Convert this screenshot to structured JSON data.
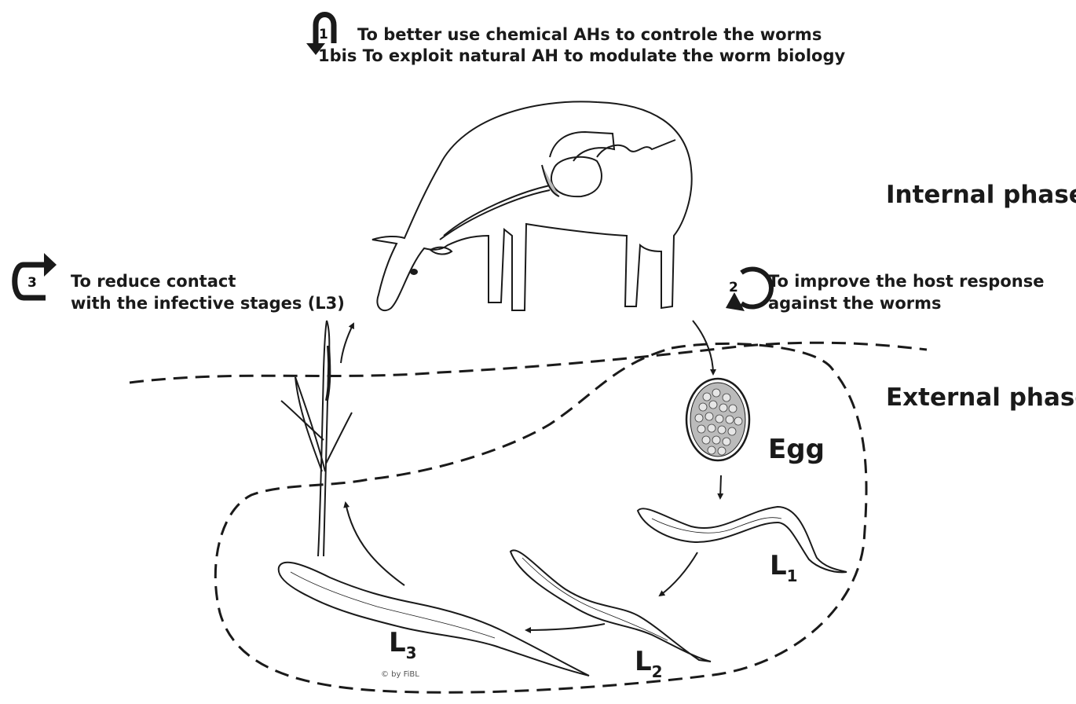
{
  "strategies": {
    "s1": {
      "number": "1",
      "line1": "To better use chemical AHs to controle the worms",
      "line2": "1bis To exploit natural AH to modulate the worm biology"
    },
    "s2": {
      "number": "2",
      "line1": "To improve the host response",
      "line2": "against the worms"
    },
    "s3": {
      "number": "3",
      "line1": "To reduce contact",
      "line2": "with the infective stages (L3)"
    }
  },
  "phases": {
    "internal": "Internal phase",
    "external": "External phase"
  },
  "stages": {
    "egg": "Egg",
    "l1": {
      "letter": "L",
      "sub": "1"
    },
    "l2": {
      "letter": "L",
      "sub": "2"
    },
    "l3": {
      "letter": "L",
      "sub": "3"
    }
  },
  "copyright": "© by FiBL",
  "colors": {
    "ink": "#1a1a1a",
    "bg": "#ffffff",
    "egg_fill": "#bbbbbb"
  },
  "icons": [
    "u-turn-arrow-icon",
    "circular-arrow-icon",
    "redirect-arrow-icon",
    "sheep-illustration",
    "grass-blade-illustration",
    "egg-illustration",
    "larva-illustration"
  ]
}
